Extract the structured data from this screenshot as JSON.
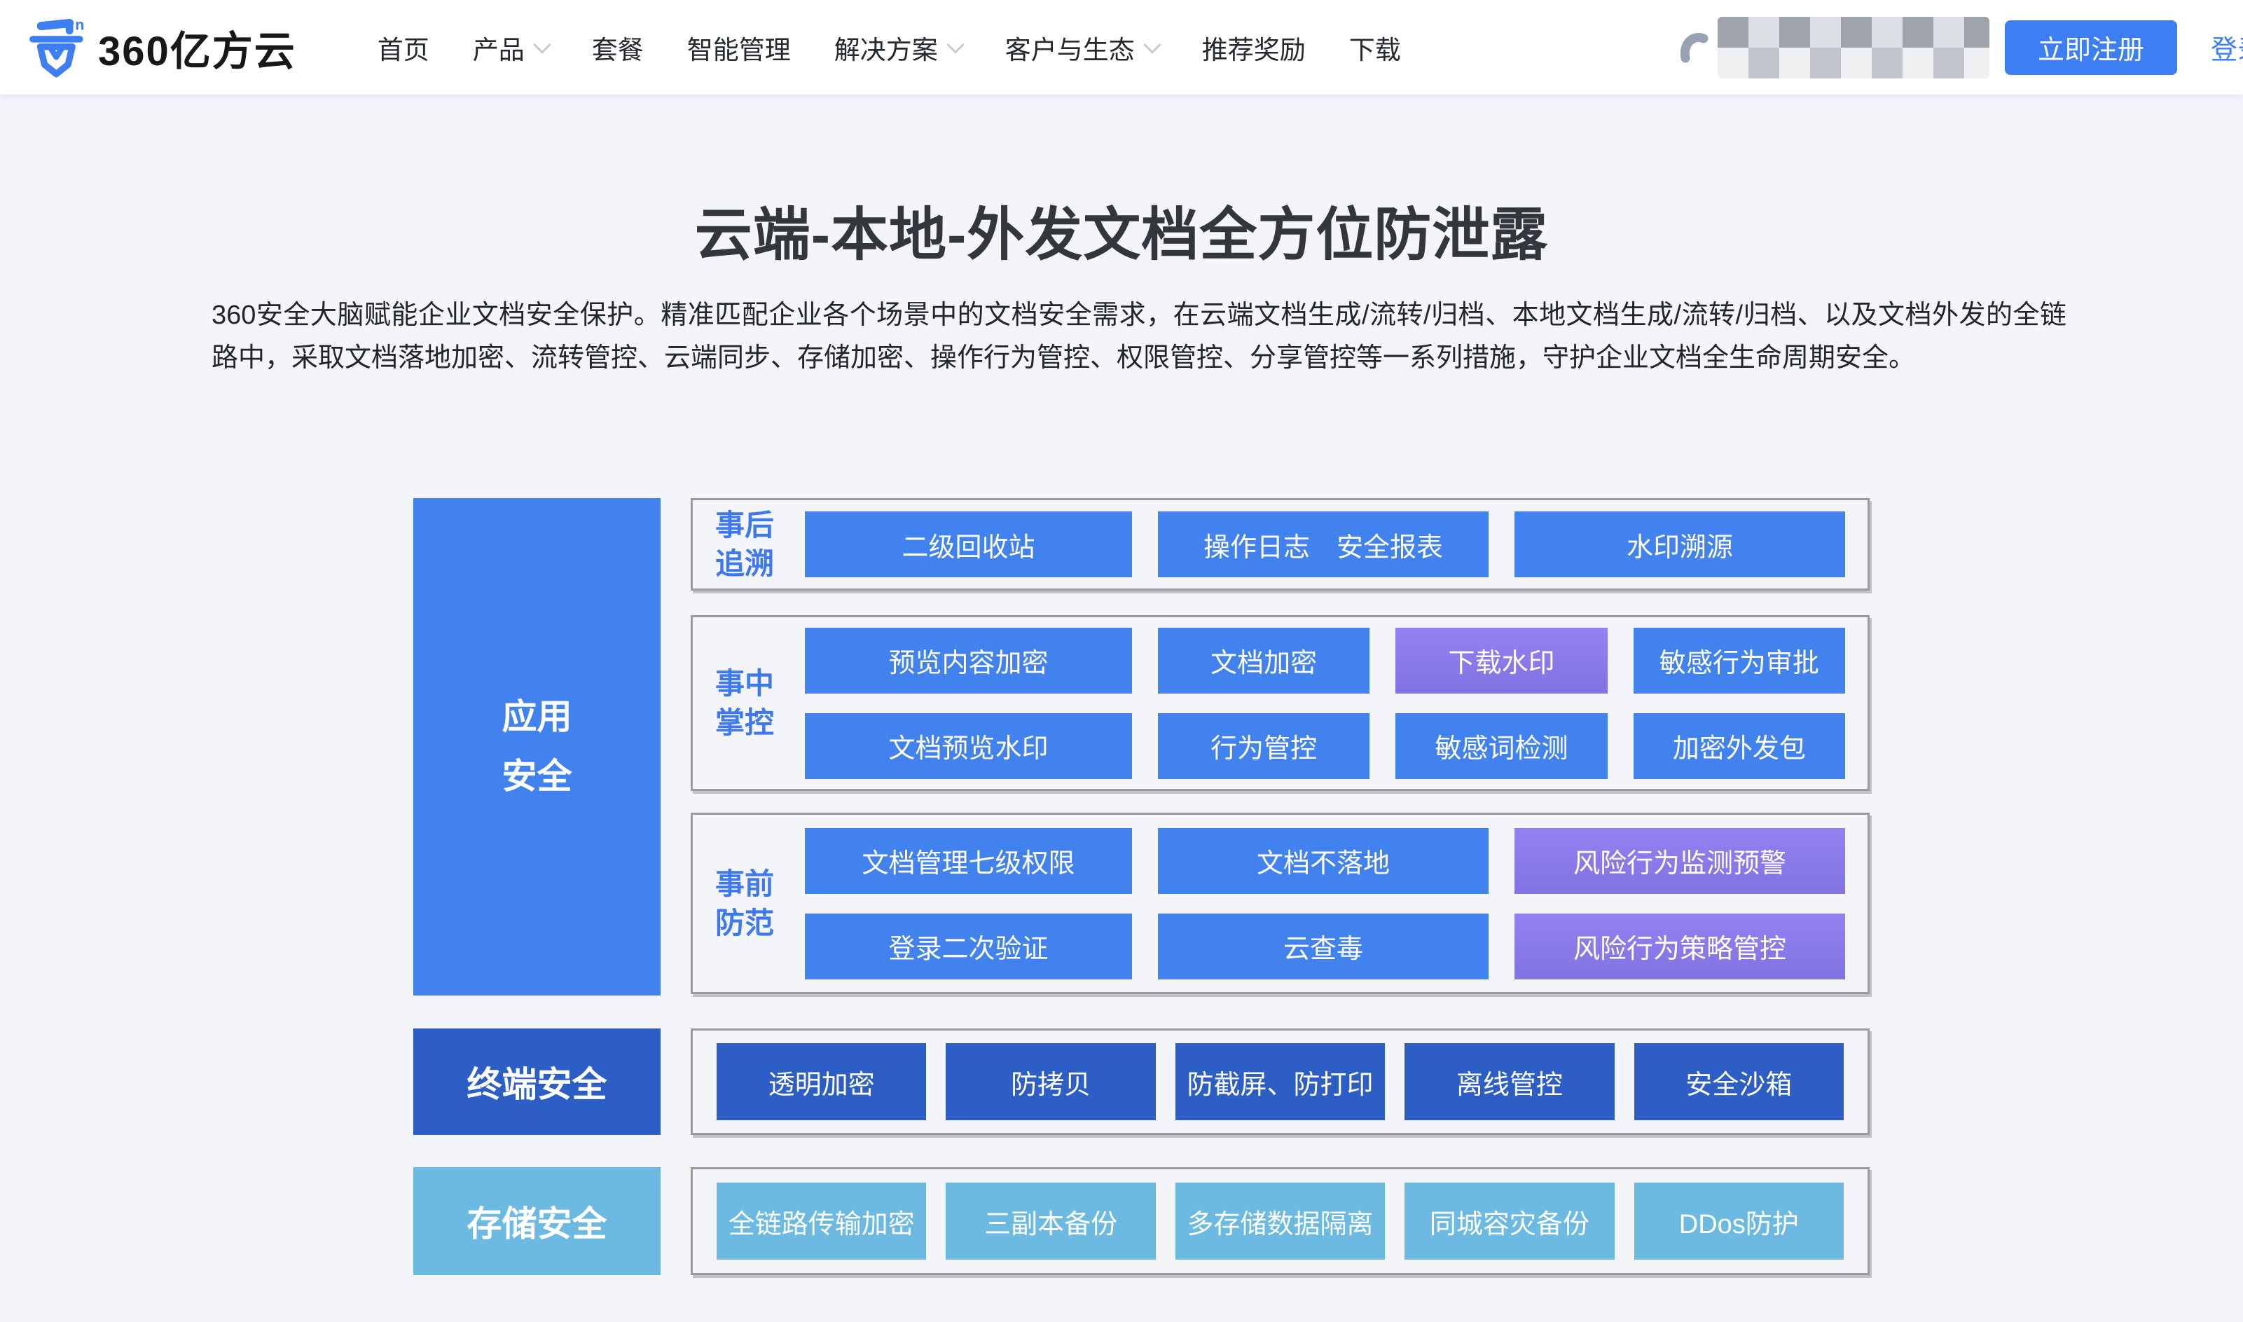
{
  "nav": {
    "logo_text": "360亿方云",
    "logo_sup": "n",
    "items": [
      {
        "label": "首页",
        "dropdown": false
      },
      {
        "label": "产品",
        "dropdown": true
      },
      {
        "label": "套餐",
        "dropdown": false
      },
      {
        "label": "智能管理",
        "dropdown": false
      },
      {
        "label": "解决方案",
        "dropdown": true
      },
      {
        "label": "客户与生态",
        "dropdown": true
      },
      {
        "label": "推荐奖励",
        "dropdown": false
      },
      {
        "label": "下载",
        "dropdown": false
      }
    ],
    "register_label": "立即注册",
    "login_label": "登录"
  },
  "hero": {
    "title": "云端-本地-外发文档全方位防泄露",
    "description": "360安全大脑赋能企业文档安全保护。精准匹配企业各个场景中的文档安全需求，在云端文档生成/流转/归档、本地文档生成/流转/归档、以及文档外发的全链路中，采取文档落地加密、流转管控、云端同步、存储加密、操作行为管控、权限管控、分享管控等一系列措施，守护企业文档全生命周期安全。"
  },
  "diagram": {
    "side_labels": [
      {
        "line1": "应用",
        "line2": "安全"
      },
      {
        "label": "终端安全"
      },
      {
        "label": "存储安全"
      }
    ],
    "groups": [
      {
        "label_line1": "事后",
        "label_line2": "追溯",
        "rows": [
          [
            "二级回收站",
            "操作日志　安全报表",
            "水印溯源"
          ]
        ]
      },
      {
        "label_line1": "事中",
        "label_line2": "掌控",
        "rows": [
          [
            "预览内容加密",
            "文档加密",
            "下载水印",
            "敏感行为审批"
          ],
          [
            "文档预览水印",
            "行为管控",
            "敏感词检测",
            "加密外发包"
          ]
        ]
      },
      {
        "label_line1": "事前",
        "label_line2": "防范",
        "rows": [
          [
            "文档管理七级权限",
            "文档不落地",
            "风险行为监测预警"
          ],
          [
            "登录二次验证",
            "云查毒",
            "风险行为策略管控"
          ]
        ]
      },
      {
        "rows": [
          [
            "透明加密",
            "防拷贝",
            "防截屏、防打印",
            "离线管控",
            "安全沙箱"
          ]
        ]
      },
      {
        "rows": [
          [
            "全链路传输加密",
            "三副本备份",
            "多存储数据隔离",
            "同城容灾备份",
            "DDos防护"
          ]
        ]
      }
    ]
  },
  "colors": {
    "brand_blue": "#3d7ef5",
    "box_blue": "#4282ef",
    "box_purple": "#8b7cea",
    "box_dark_blue": "#2d5ec6",
    "box_light_blue": "#6cb9e2",
    "group_label_blue": "#3e78ee",
    "page_background": "#f3f5f9"
  }
}
